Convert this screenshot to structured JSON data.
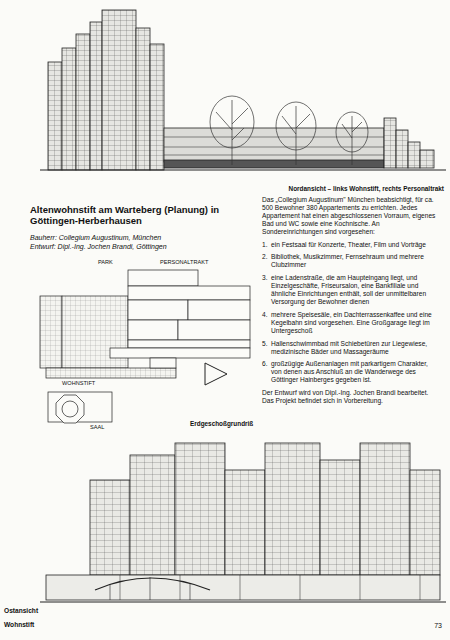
{
  "diagram": {
    "title": "Altenwohnstift am Warteberg (Planung) in Göttingen-Herberhausen",
    "labels": [
      "Nordansicht – links Wohnstift, rechts Personaltrakt",
      "Bauherr: Collegium Augustinum, München",
      "Entwurf: Dipl.-Ing. Jochen Brandi, Göttingen",
      "PARK",
      "PERSONALTRAKT",
      "WOHNSTIFT",
      "SAAL",
      "Erdgeschoßgrundriß",
      "Das „Collegium Augustinum\" München beabsichtigt, für ca. 500 Bewohner 380 Appartements zu errichten. Jedes Appartement hat einen abgeschlossenen Vorraum, eigenes Bad und WC sowie eine Kochnische. An Sondereinrichtungen sind vorgesehen:",
      "1.",
      "ein Festsaal für Konzerte, Theater, Film und Vorträge",
      "2.",
      "Bibliothek, Musikzimmer, Fernsehraum und mehrere Clubzimmer",
      "3.",
      "eine Ladenstraße, die am Haupteingang liegt, und Einzelgeschäfte, Friseursalon, eine Bankfiliale und ähnliche Einrichtungen enthält, soll der unmittelbaren Versorgung der Bewohner dienen",
      "4.",
      "mehrere Speisesäle, ein Dachterrassenkaffee und eine Kegelbahn sind vorgesehen. Eine Großgarage liegt im Untergeschoß",
      "5.",
      "Hallenschwimmbad mit Schiebetüren zur Liegewiese, medizinische Bäder und Massageräume",
      "6.",
      "großzügige Außenanlagen mit parkartigem Charakter, von denen aus Anschluß an die Wanderwege des Göttinger Hainberges gegeben ist.",
      "Der Entwurf wird von Dipl.-Ing. Jochen Brandi bearbeitet. Das Projekt befindet sich in Vorbereitung.",
      "Ostansicht",
      "Wohnstift",
      "73"
    ]
  }
}
